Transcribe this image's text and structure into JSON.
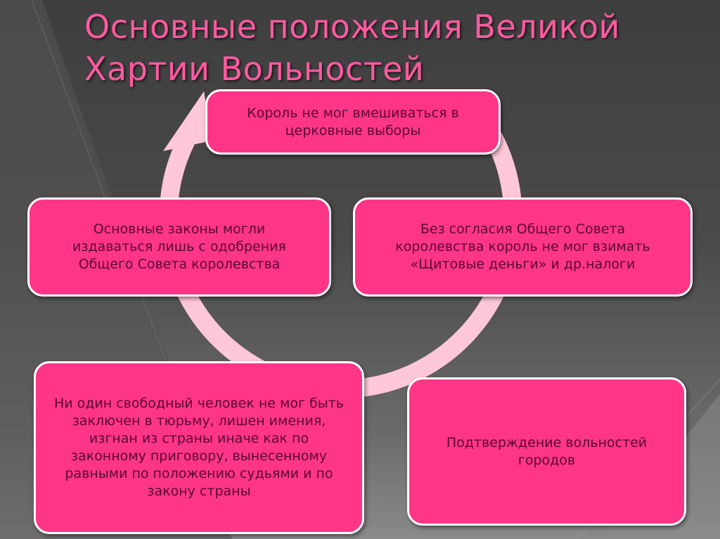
{
  "title": {
    "line1": "Основные положения Великой",
    "line2": "Хартии Вольностей"
  },
  "colors": {
    "title": "#ff5aa0",
    "box_fill": "#ff3588",
    "box_border": "#ffffff",
    "box_text": "#5a0a2e",
    "cycle_arrow": "#ffc8d8"
  },
  "diagram": {
    "type": "cycle",
    "nodes": [
      {
        "id": "top",
        "text": "Король не мог вмешиваться в церковные выборы"
      },
      {
        "id": "right",
        "text": "Без согласия Общего Совета королевства король не мог взимать «Щитовые деньги» и др.налоги"
      },
      {
        "id": "bottom-right",
        "text": "Подтверждение вольностей городов"
      },
      {
        "id": "bottom-left",
        "text": "Ни один свободный человек не мог быть заключен в тюрьму, лишен имения, изгнан из страны иначе как по законному приговору, вынесенному равными по положению судьями и по закону страны"
      },
      {
        "id": "left",
        "text": "Основные законы могли издаваться лишь с одобрения Общего Совета королевства"
      }
    ]
  }
}
